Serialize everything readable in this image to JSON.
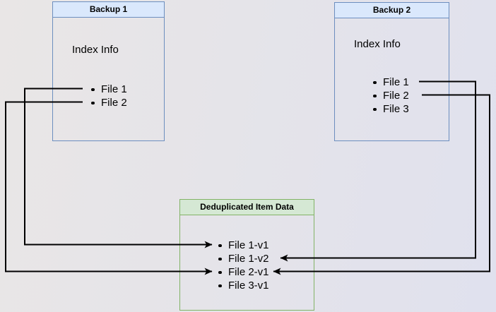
{
  "diagram": {
    "backup1": {
      "title": "Backup 1",
      "info_label": "Index Info",
      "files": [
        "File 1",
        "File 2"
      ]
    },
    "backup2": {
      "title": "Backup 2",
      "info_label": "Index Info",
      "files": [
        "File 1",
        "File 2",
        "File 3"
      ]
    },
    "dedup": {
      "title": "Deduplicated Item Data",
      "items": [
        "File 1-v1",
        "File 1-v2",
        "File 2-v1",
        "File 3-v1"
      ]
    },
    "connections": [
      {
        "from": "Backup 1 / File 1",
        "to": "File 1-v1"
      },
      {
        "from": "Backup 1 / File 2",
        "to": "File 2-v1"
      },
      {
        "from": "Backup 2 / File 1",
        "to": "File 1-v2"
      },
      {
        "from": "Backup 2 / File 2",
        "to": "File 2-v1"
      }
    ],
    "colors": {
      "backup_header_fill": "#dae8fc",
      "backup_border": "#6c8ebf",
      "dedup_header_fill": "#d5e8d4",
      "dedup_border": "#82b366",
      "connector": "#000000",
      "canvas_background": "#e4e3ea"
    }
  }
}
